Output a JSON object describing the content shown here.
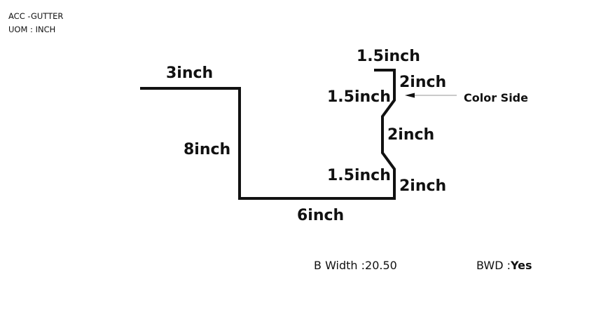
{
  "header": {
    "item": "ACC -GUTTER",
    "uom": "UOM : INCH"
  },
  "dimensions": {
    "top_left": "3inch",
    "left_vertical": "8inch",
    "bottom": "6inch",
    "top_lip": "1.5inch",
    "upper_right": "2inch",
    "upper_bend": "1.5inch",
    "middle_right": "2inch",
    "lower_bend": "1.5inch",
    "lower_right": "2inch"
  },
  "color_side_label": "Color Side",
  "footer": {
    "b_width_label": "B Width :",
    "b_width_value": "20.50",
    "bwd_label": "BWD :",
    "bwd_value": "Yes"
  }
}
